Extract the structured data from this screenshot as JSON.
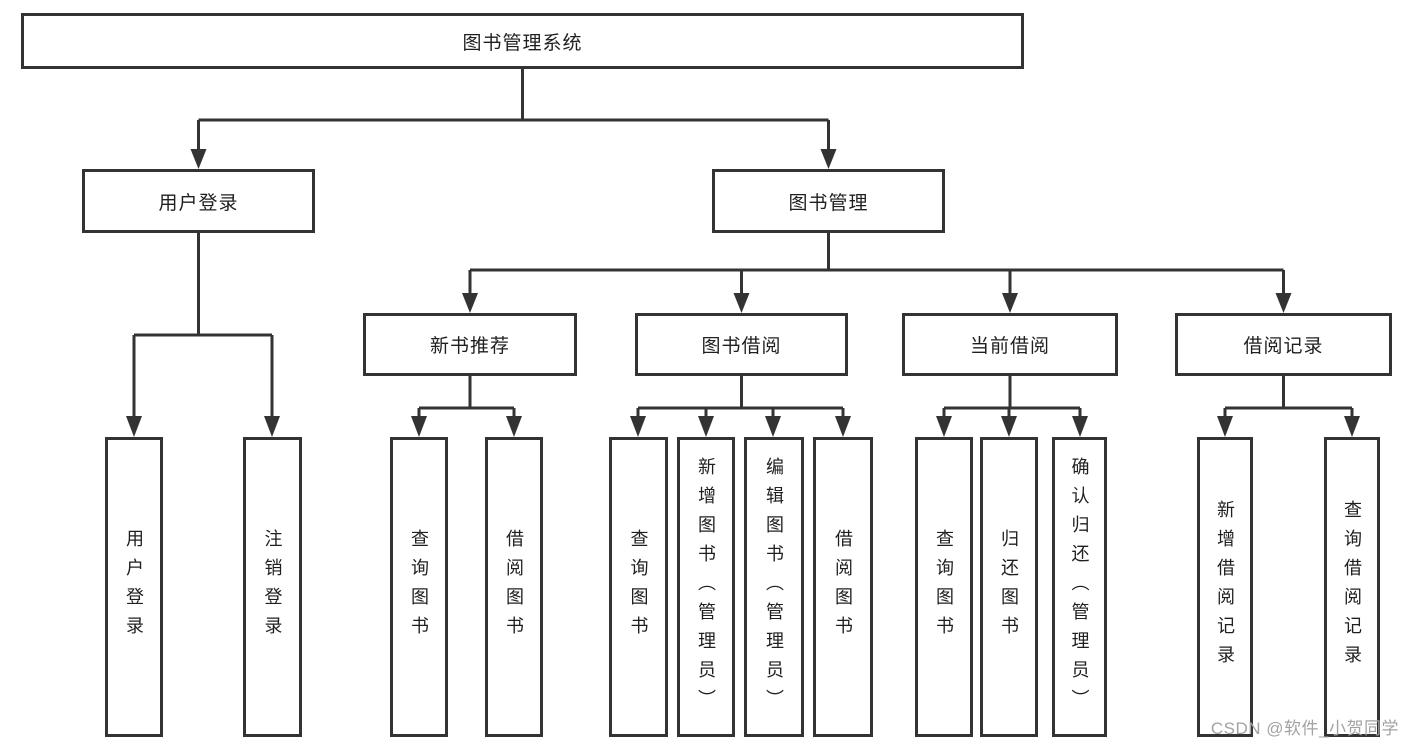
{
  "diagram": {
    "title_node": "图书管理系统",
    "level2": [
      {
        "label": "用户登录"
      },
      {
        "label": "图书管理"
      }
    ],
    "level3": [
      {
        "label": "新书推荐"
      },
      {
        "label": "图书借阅"
      },
      {
        "label": "当前借阅"
      },
      {
        "label": "借阅记录"
      }
    ],
    "leaves": [
      {
        "label": "用户登录",
        "parent": "用户登录"
      },
      {
        "label": "注销登录",
        "parent": "用户登录"
      },
      {
        "label": "查询图书",
        "parent": "新书推荐"
      },
      {
        "label": "借阅图书",
        "parent": "新书推荐"
      },
      {
        "label": "查询图书",
        "parent": "图书借阅"
      },
      {
        "label": "新增图书（管理员）",
        "parent": "图书借阅"
      },
      {
        "label": "编辑图书（管理员）",
        "parent": "图书借阅"
      },
      {
        "label": "借阅图书",
        "parent": "图书借阅"
      },
      {
        "label": "查询图书",
        "parent": "当前借阅"
      },
      {
        "label": "归还图书",
        "parent": "当前借阅"
      },
      {
        "label": "确认归还（管理员）",
        "parent": "当前借阅"
      },
      {
        "label": "新增借阅记录",
        "parent": "借阅记录"
      },
      {
        "label": "查询借阅记录",
        "parent": "借阅记录"
      }
    ],
    "colors": {
      "line": "#333333",
      "box_border": "#333333",
      "text": "#1f1f1f",
      "background": "#ffffff",
      "watermark": "#a3a3a3"
    }
  },
  "watermark": {
    "text": "CSDN @软件_小贺同学"
  }
}
